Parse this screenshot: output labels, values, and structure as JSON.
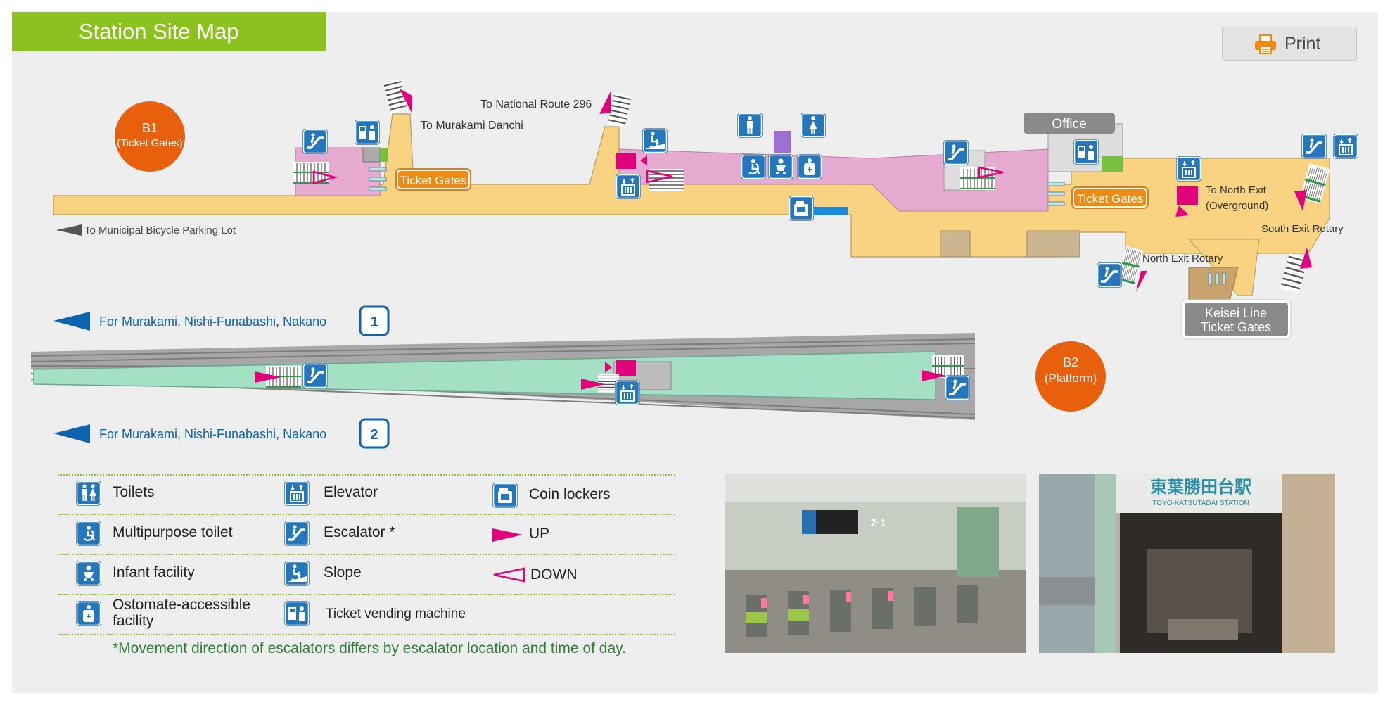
{
  "header": {
    "title": "Station Site Map"
  },
  "toolbar": {
    "print_label": "Print",
    "print_icon": "printer-icon"
  },
  "colors": {
    "accent_green": "#8cc21f",
    "orange_circle": "#e8600c",
    "concourse": "#f9d282",
    "paid_area": "#e6a9cf",
    "platform": "#a3e0c4",
    "track": "#a7a7a7",
    "icon_blue": "#2577bd",
    "up_arrow": "#e2007b",
    "direction_blue": "#0c64b0"
  },
  "map": {
    "b1": {
      "line1": "B1",
      "line2": "(Ticket Gates)"
    },
    "b2": {
      "line1": "B2",
      "line2": "(Platform)"
    },
    "labels": {
      "to_murakami_danchi": "To Murakami Danchi",
      "to_national_route": "To National Route 296",
      "to_bicycle_parking": "To Municipal Bicycle Parking Lot",
      "office": "Office",
      "ticket_gates": "Ticket Gates",
      "to_north_exit_1": "To North Exit",
      "to_north_exit_2": "(Overground)",
      "south_exit_rotary": "South Exit Rotary",
      "north_exit_rotary": "North Exit Rotary",
      "keisei_1": "Keisei Line",
      "keisei_2": "Ticket Gates"
    },
    "tracks": [
      {
        "number": "1",
        "direction": "For Murakami, Nishi-Funabashi, Nakano"
      },
      {
        "number": "2",
        "direction": "For Murakami, Nishi-Funabashi, Nakano"
      }
    ]
  },
  "legend": {
    "items": [
      {
        "icon": "toilets-icon",
        "label": "Toilets"
      },
      {
        "icon": "elevator-icon",
        "label": "Elevator"
      },
      {
        "icon": "coin-lockers-icon",
        "label": "Coin lockers"
      },
      {
        "icon": "multipurpose-toilet-icon",
        "label": "Multipurpose toilet"
      },
      {
        "icon": "escalator-icon",
        "label": "Escalator *"
      },
      {
        "icon": "up-arrow-icon",
        "label": "UP"
      },
      {
        "icon": "infant-facility-icon",
        "label": "Infant facility"
      },
      {
        "icon": "slope-icon",
        "label": "Slope"
      },
      {
        "icon": "down-arrow-icon",
        "label": "DOWN"
      },
      {
        "icon": "ostomate-icon",
        "label_line1": "Ostomate-accessible",
        "label_line2": "facility"
      },
      {
        "icon": "ticket-machine-icon",
        "label": "Ticket vending machine"
      }
    ],
    "note": "*Movement direction of escalators differs by escalator location and time of day."
  },
  "photos": {
    "gates_photo": {
      "gate_sign": "2·1"
    },
    "entrance_photo": {
      "sign_jp": "東葉勝田台駅",
      "sign_en": "TOYO-KATSUTADAI STATION"
    }
  }
}
